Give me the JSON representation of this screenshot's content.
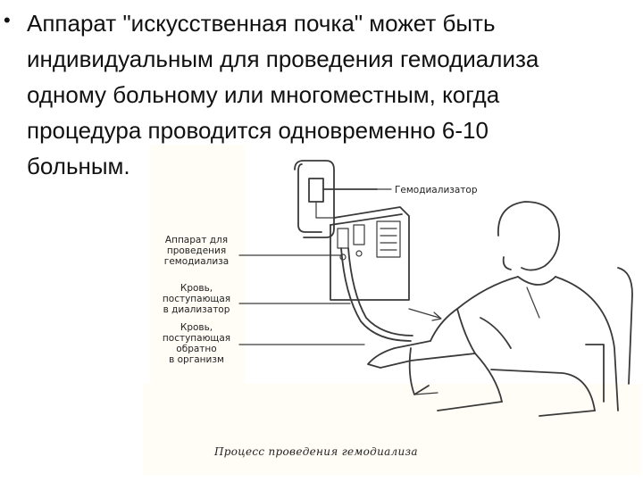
{
  "slide": {
    "bullet": "•",
    "text_lines": [
      "Аппарат \"искусственная почка\" может быть",
      "индивидуальным для проведения гемодиализа",
      "одному больному или многоместным, когда",
      "процедура проводится одновременно 6-10",
      "больным."
    ]
  },
  "figure": {
    "labels": {
      "dialyzer": "Гемодиализатор",
      "apparatus": [
        "Аппарат для",
        "проведения",
        "гемодиализа"
      ],
      "blood_in": [
        "Кровь,",
        "поступающая",
        "в диализатор"
      ],
      "blood_out": [
        "Кровь,",
        "поступающая",
        "обратно",
        "в организм"
      ]
    },
    "caption": "Процесс проведения гемодиализа"
  }
}
